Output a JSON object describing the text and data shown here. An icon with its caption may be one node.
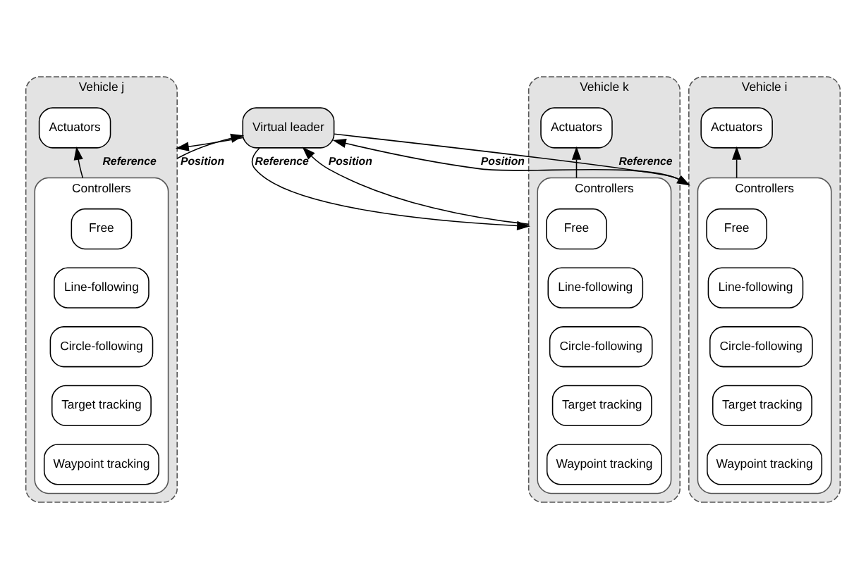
{
  "diagram": {
    "nodes": [
      {
        "text": [
          "Virtual leader"
        ]
      },
      {
        "text": [
          "Vehicle i"
        ]
      },
      {
        "text": [
          "Controllers"
        ],
        "in": 1
      },
      {
        "text": [
          "Free"
        ],
        "in": 2
      },
      {
        "text": [
          "Line-following"
        ],
        "in": 2
      },
      {
        "text": [
          "Circle-following"
        ],
        "in": 2
      },
      {
        "text": [
          "Target tracking"
        ],
        "in": 2
      },
      {
        "text": [
          "Waypoint tracking"
        ],
        "in": 2
      },
      {
        "text": [
          "Actuators"
        ],
        "in": 1
      },
      {
        "text": [
          "Vehicle j"
        ]
      },
      {
        "text": [
          "Controllers"
        ],
        "in": 9
      },
      {
        "text": [
          "Free"
        ],
        "in": 10
      },
      {
        "text": [
          "Line-following"
        ],
        "in": 10
      },
      {
        "text": [
          "Circle-following"
        ],
        "in": 10
      },
      {
        "text": [
          "Target tracking"
        ],
        "in": 10
      },
      {
        "text": [
          "Waypoint tracking"
        ],
        "in": 10
      },
      {
        "text": [
          "Actuators"
        ],
        "in": 9
      },
      {
        "text": [
          "Vehicle k"
        ]
      },
      {
        "text": [
          "Controllers"
        ],
        "in": 17
      },
      {
        "text": [
          "Free"
        ],
        "in": 18
      },
      {
        "text": [
          "Line-following"
        ],
        "in": 18
      },
      {
        "text": [
          "Circle-following"
        ],
        "in": 18
      },
      {
        "text": [
          "Target tracking"
        ],
        "in": 18
      },
      {
        "text": [
          "Waypoint tracking"
        ],
        "in": 18
      },
      {
        "text": [
          "Actuators"
        ],
        "in": 17
      }
    ],
    "edges": [
      {
        "from": 0,
        "to": 1,
        "arrow": "to",
        "label": "Reference"
      },
      {
        "from": 1,
        "to": 0,
        "arrow": "to",
        "label": "Position"
      },
      {
        "from": 0,
        "to": 9,
        "arrow": "to",
        "label": "Reference"
      },
      {
        "from": 9,
        "to": 0,
        "arrow": "to",
        "label": "Position"
      },
      {
        "from": 17,
        "to": 0,
        "arrow": "to",
        "label": "Position"
      },
      {
        "from": 0,
        "to": 17,
        "arrow": "to",
        "label": "Reference"
      },
      {
        "from": 2,
        "to": 8,
        "arrow": "to"
      },
      {
        "from": 10,
        "to": 16,
        "arrow": "to"
      },
      {
        "from": 18,
        "to": 24,
        "arrow": "to"
      }
    ]
  }
}
